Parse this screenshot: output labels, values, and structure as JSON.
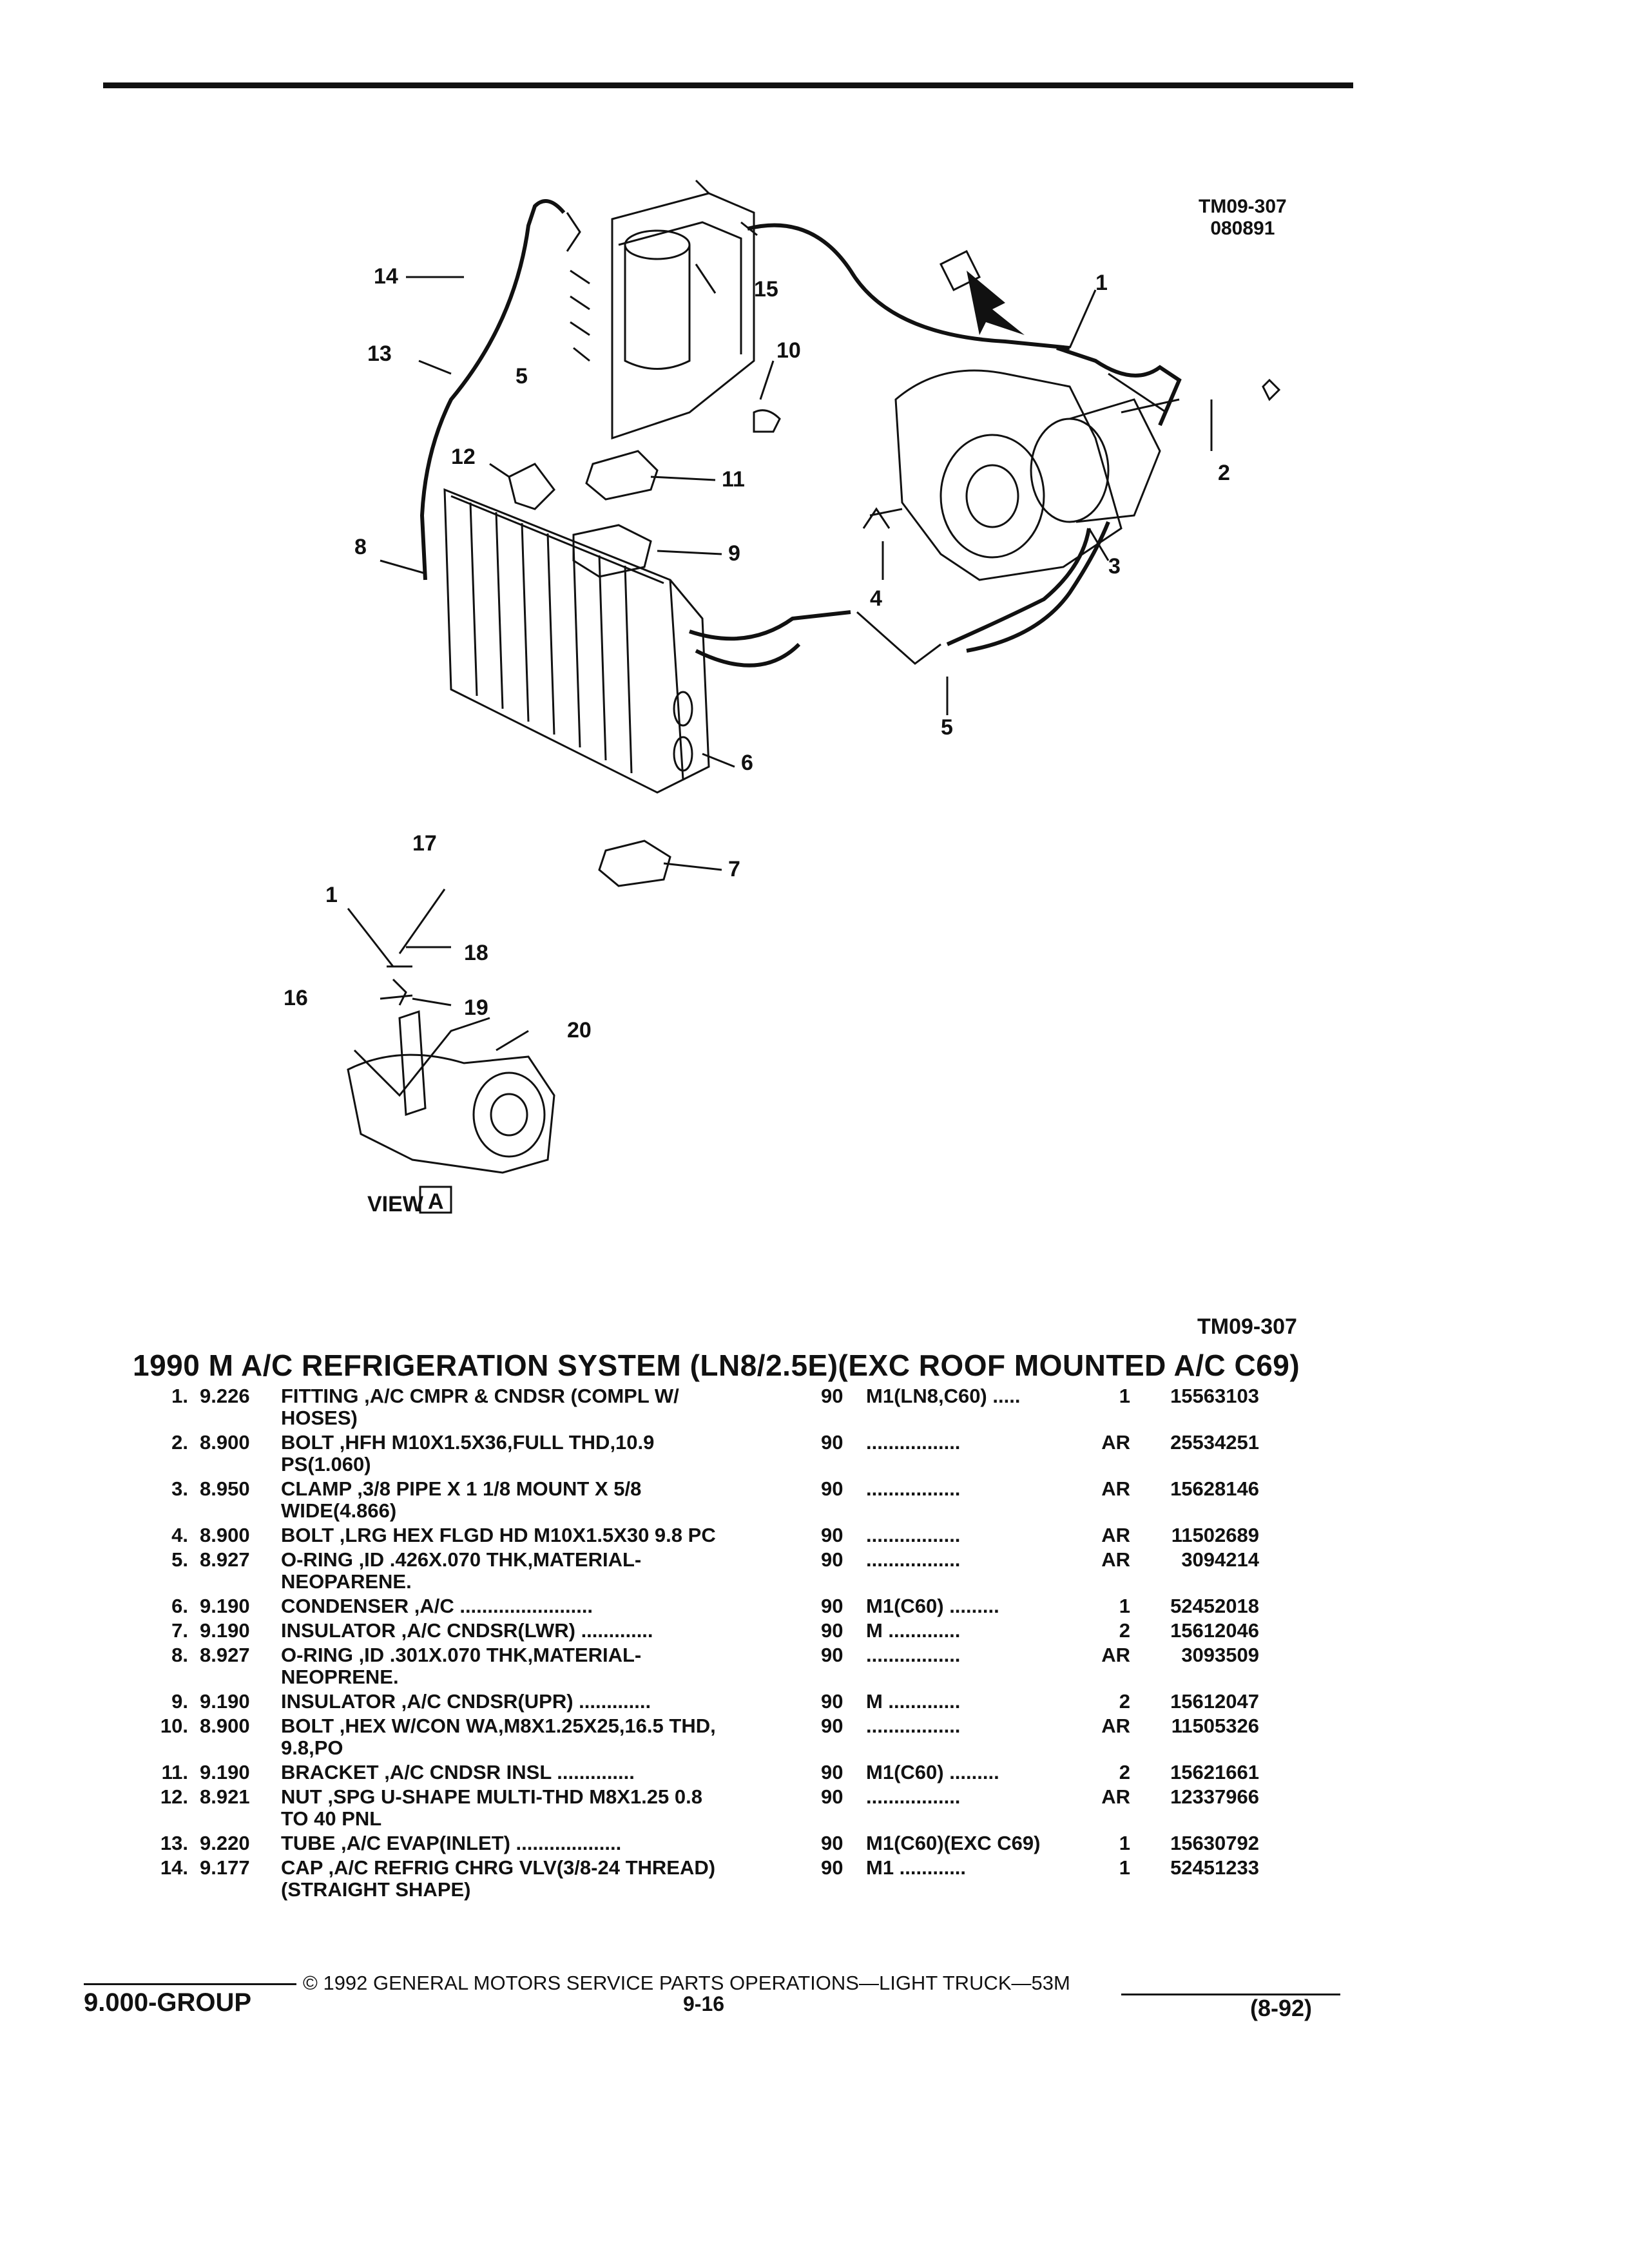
{
  "diagram": {
    "ref_code": "TM09-307",
    "ref_date": "080891",
    "view_label": "VIEW",
    "view_letter": "A",
    "callouts": [
      "1",
      "2",
      "3",
      "4",
      "5",
      "5",
      "6",
      "7",
      "8",
      "9",
      "10",
      "11",
      "12",
      "13",
      "14",
      "15",
      "16",
      "17",
      "18",
      "19",
      "20",
      "1"
    ]
  },
  "section_ref": "TM09-307",
  "title": "1990 M A/C REFRIGERATION SYSTEM (LN8/2.5E)(EXC ROOF MOUNTED A/C C69)",
  "parts": [
    {
      "no": "1.",
      "code": "9.226",
      "name": "FITTING",
      "desc": ",A/C CMPR & CNDSR (COMPL W/",
      "desc2": "HOSES)",
      "year": "90",
      "app": "M1(LN8,C60) .....",
      "qty": "1",
      "part": "15563103"
    },
    {
      "no": "2.",
      "code": "8.900",
      "name": "BOLT",
      "desc": ",HFH M10X1.5X36,FULL THD,10.9",
      "desc2": "PS(1.060)",
      "year": "90",
      "app": ".................",
      "qty": "AR",
      "part": "25534251"
    },
    {
      "no": "3.",
      "code": "8.950",
      "name": "CLAMP",
      "desc": ",3/8 PIPE X 1 1/8 MOUNT X 5/8",
      "desc2": "WIDE(4.866)",
      "year": "90",
      "app": ".................",
      "qty": "AR",
      "part": "15628146"
    },
    {
      "no": "4.",
      "code": "8.900",
      "name": "BOLT",
      "desc": ",LRG HEX FLGD HD M10X1.5X30 9.8 PC",
      "desc2": "",
      "year": "90",
      "app": ".................",
      "qty": "AR",
      "part": "11502689"
    },
    {
      "no": "5.",
      "code": "8.927",
      "name": "O-RING",
      "desc": ",ID .426X.070 THK,MATERIAL-",
      "desc2": "NEOPARENE.",
      "year": "90",
      "app": ".................",
      "qty": "AR",
      "part": "3094214"
    },
    {
      "no": "6.",
      "code": "9.190",
      "name": "CONDENSER",
      "desc": ",A/C ........................",
      "desc2": "",
      "year": "90",
      "app": "M1(C60) .........",
      "qty": "1",
      "part": "52452018"
    },
    {
      "no": "7.",
      "code": "9.190",
      "name": "INSULATOR",
      "desc": ",A/C CNDSR(LWR) .............",
      "desc2": "",
      "year": "90",
      "app": "M .............",
      "qty": "2",
      "part": "15612046"
    },
    {
      "no": "8.",
      "code": "8.927",
      "name": "O-RING",
      "desc": ",ID .301X.070 THK,MATERIAL-",
      "desc2": "NEOPRENE.",
      "year": "90",
      "app": ".................",
      "qty": "AR",
      "part": "3093509"
    },
    {
      "no": "9.",
      "code": "9.190",
      "name": "INSULATOR",
      "desc": ",A/C CNDSR(UPR) .............",
      "desc2": "",
      "year": "90",
      "app": "M .............",
      "qty": "2",
      "part": "15612047"
    },
    {
      "no": "10.",
      "code": "8.900",
      "name": "BOLT",
      "desc": ",HEX W/CON WA,M8X1.25X25,16.5 THD,",
      "desc2": "9.8,PO",
      "year": "90",
      "app": ".................",
      "qty": "AR",
      "part": "11505326"
    },
    {
      "no": "11.",
      "code": "9.190",
      "name": "BRACKET",
      "desc": ",A/C CNDSR INSL ..............",
      "desc2": "",
      "year": "90",
      "app": "M1(C60) .........",
      "qty": "2",
      "part": "15621661"
    },
    {
      "no": "12.",
      "code": "8.921",
      "name": "NUT",
      "desc": ",SPG U-SHAPE MULTI-THD M8X1.25 0.8",
      "desc2": "TO 40 PNL",
      "year": "90",
      "app": ".................",
      "qty": "AR",
      "part": "12337966"
    },
    {
      "no": "13.",
      "code": "9.220",
      "name": "TUBE",
      "desc": ",A/C EVAP(INLET) ...................",
      "desc2": "",
      "year": "90",
      "app": "M1(C60)(EXC C69)",
      "qty": "1",
      "part": "15630792"
    },
    {
      "no": "14.",
      "code": "9.177",
      "name": "CAP",
      "desc": ",A/C REFRIG CHRG VLV(3/8-24 THREAD)",
      "desc2": "(STRAIGHT SHAPE)",
      "year": "90",
      "app": "M1 ............",
      "qty": "1",
      "part": "52451233"
    }
  ],
  "footer": {
    "copyright": "© 1992 GENERAL MOTORS SERVICE PARTS OPERATIONS—LIGHT TRUCK—53M",
    "group": "9.000-GROUP",
    "page": "9-16",
    "revision": "(8-92)"
  }
}
